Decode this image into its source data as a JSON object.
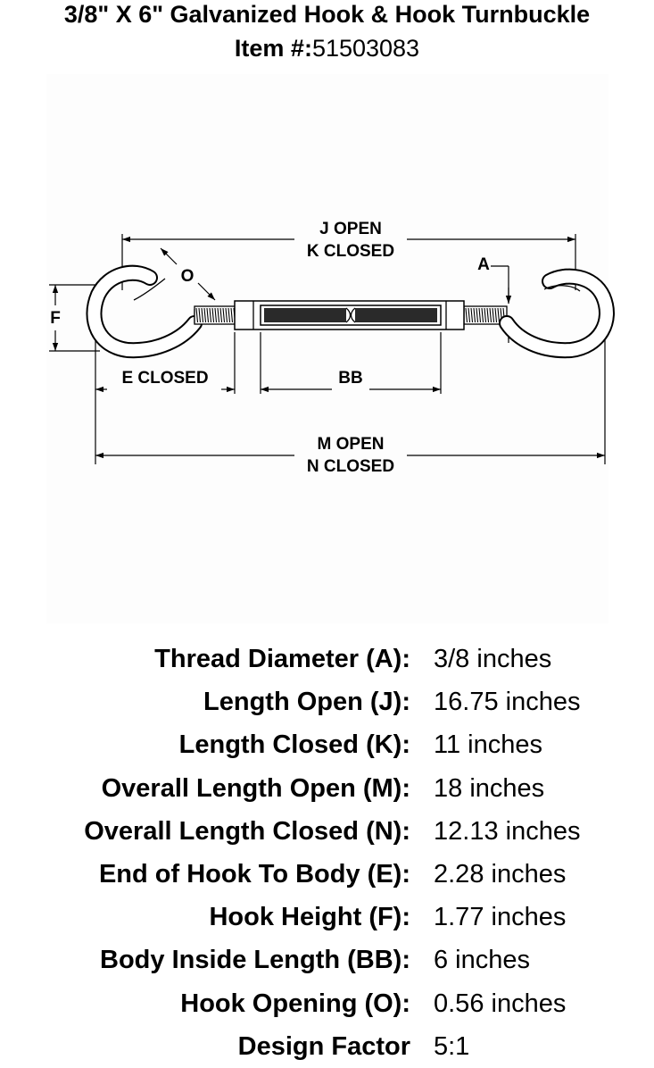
{
  "header": {
    "title": "3/8\" X 6\" Galvanized Hook & Hook Turnbuckle",
    "item_label": "Item #:",
    "item_number": "51503083"
  },
  "diagram": {
    "labels": {
      "j_open": "J  OPEN",
      "k_closed": "K  CLOSED",
      "o": "O",
      "a": "A",
      "f": "F",
      "e_closed": "E  CLOSED",
      "bb": "BB",
      "m_open": "M  OPEN",
      "n_closed": "N  CLOSED"
    }
  },
  "specs": [
    {
      "label": "Thread Diameter (A):",
      "value": "3/8 inches"
    },
    {
      "label": "Length Open (J):",
      "value": "16.75 inches"
    },
    {
      "label": "Length Closed (K):",
      "value": "11 inches"
    },
    {
      "label": "Overall Length Open (M):",
      "value": "18 inches"
    },
    {
      "label": "Overall Length Closed (N):",
      "value": "12.13 inches"
    },
    {
      "label": "End of Hook To Body (E):",
      "value": "2.28 inches"
    },
    {
      "label": "Hook Height (F):",
      "value": "1.77 inches"
    },
    {
      "label": "Body Inside Length (BB):",
      "value": "6 inches"
    },
    {
      "label": "Hook Opening (O):",
      "value": "0.56 inches"
    },
    {
      "label": "Design Factor",
      "value": "5:1"
    }
  ]
}
